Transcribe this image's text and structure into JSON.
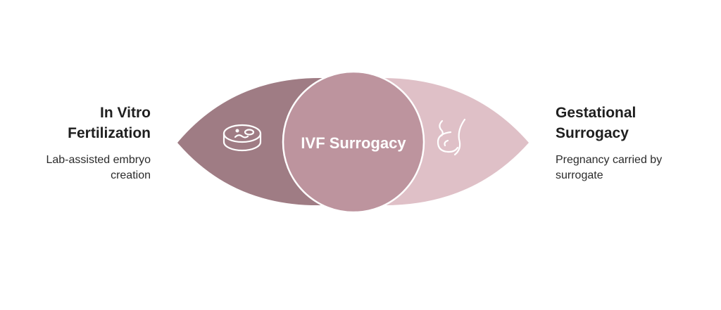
{
  "colors": {
    "left_lens": "#9f7c84",
    "right_lens": "#dfc0c7",
    "center_circle": "#bd949e",
    "circle_stroke": "#ffffff",
    "icon_stroke": "#ffffff",
    "text": "#1f1f1f"
  },
  "center": {
    "label": "IVF Surrogacy"
  },
  "left": {
    "title": "In Vitro Fertilization",
    "title_line1": "In Vitro",
    "title_line2": "Fertilization",
    "description": "Lab-assisted embryo creation",
    "desc_line1": "Lab-assisted embryo",
    "desc_line2": "creation",
    "icon": "petri-dish-icon"
  },
  "right": {
    "title": "Gestational Surrogacy",
    "title_line1": "Gestational",
    "title_line2": "Surrogacy",
    "description": "Pregnancy carried by surrogate",
    "desc_line1": "Pregnancy carried by",
    "desc_line2": "surrogate",
    "icon": "pregnancy-icon"
  }
}
